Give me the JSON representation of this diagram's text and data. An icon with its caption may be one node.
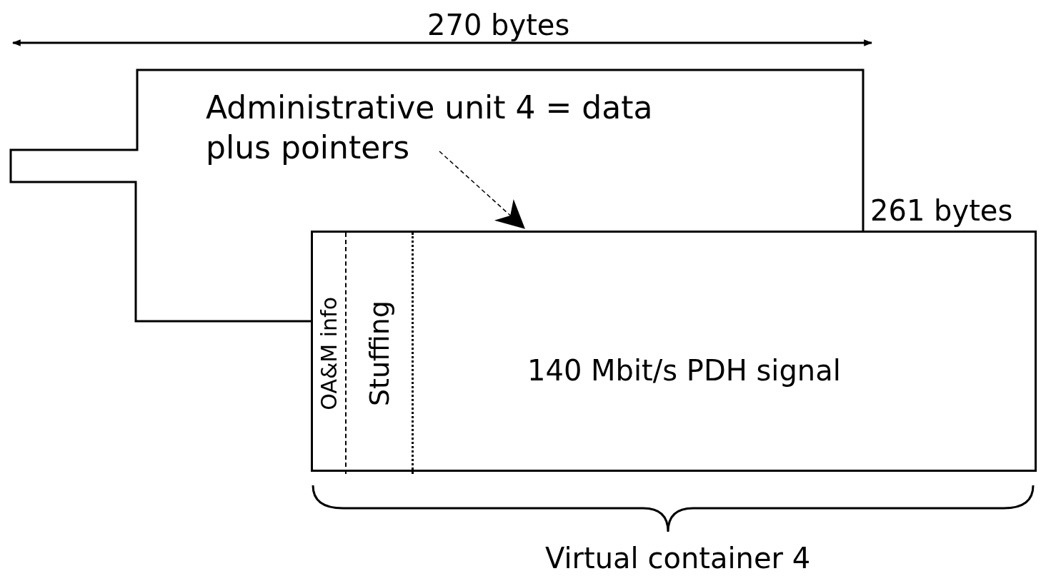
{
  "diagram": {
    "nodes": [
      {
        "text": [
          "Administrative unit 4 = data plus pointers"
        ]
      },
      {
        "text": [
          "140 Mbit/s PDH signal"
        ],
        "beside": [
          "Virtual container 4"
        ]
      },
      {
        "text": [
          "OA&M info"
        ],
        "in": 1
      },
      {
        "text": [
          "Stuffing"
        ],
        "in": 1
      }
    ],
    "edges": [
      {
        "from": 0,
        "to": 1,
        "arrow": "to",
        "style": "dashed"
      }
    ],
    "labels": [
      "270 bytes",
      "261 bytes"
    ]
  }
}
